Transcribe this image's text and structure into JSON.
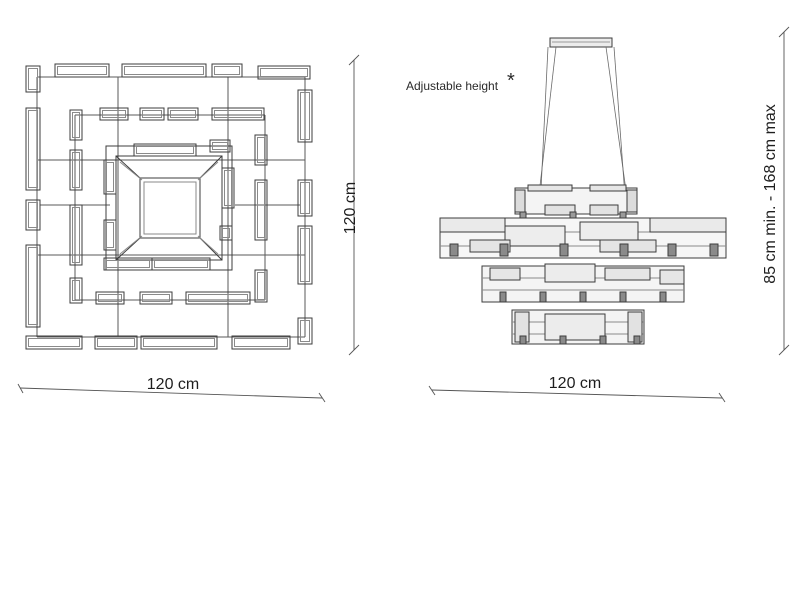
{
  "top_view": {
    "width_label": "120 cm",
    "depth_label": "120 cm"
  },
  "side_view": {
    "width_label": "120 cm",
    "height_label": "85 cm min. - 168 cm max",
    "adjustable_note": "Adjustable height",
    "asterisk": "*"
  },
  "colors": {
    "line": "#3c3c3c",
    "light_line": "#7a7a7a",
    "fill_light": "#e8e8e8",
    "fill_mid": "#cfcfcf",
    "dim_line": "#555555"
  }
}
